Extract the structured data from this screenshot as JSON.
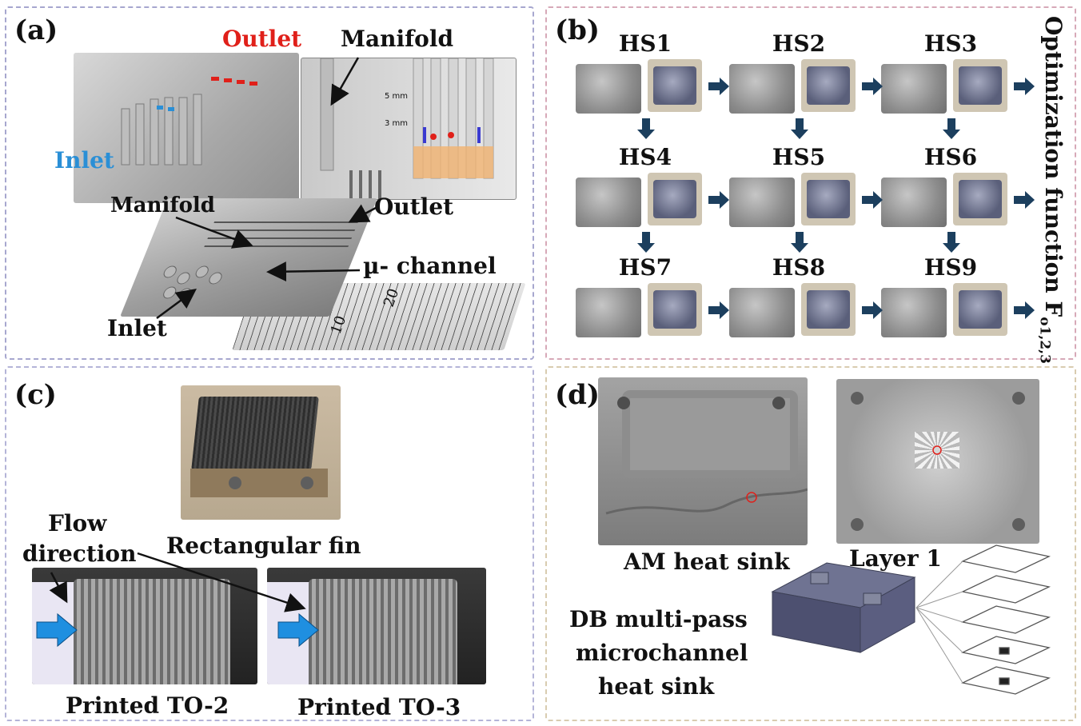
{
  "panels": {
    "a": {
      "tag": "(a)",
      "outlet_top": "Outlet",
      "manifold_top": "Manifold",
      "inlet_top": "Inlet",
      "dim_5mm": "5 mm",
      "dim_3mm": "3 mm",
      "manifold_bottom": "Manifold",
      "outlet_bottom": "Outlet",
      "channel": "µ- channel",
      "inlet_bottom": "Inlet",
      "ruler_20": "20",
      "ruler_10": "10",
      "colors": {
        "outlet": "#e0201a",
        "inlet": "#2a8fd6"
      }
    },
    "b": {
      "tag": "(b)",
      "designs": [
        "HS1",
        "HS2",
        "HS3",
        "HS4",
        "HS5",
        "HS6",
        "HS7",
        "HS8",
        "HS9"
      ],
      "side_title": "Optimization function F",
      "side_sub": "o1,2,3",
      "arrow_color": "#1c3f5e"
    },
    "c": {
      "tag": "(c)",
      "fin_caption": "Rectangular fin",
      "flow_line1": "Flow",
      "flow_line2": "direction",
      "to2_caption": "Printed TO-2",
      "to3_caption": "Printed TO-3",
      "arrow_color": "#1f8fe0"
    },
    "d": {
      "tag": "(d)",
      "am_caption": "AM heat sink",
      "layer_caption": "Layer 1",
      "db_line1": "DB multi-pass",
      "db_line2": "microchannel",
      "db_line3": "heat sink"
    }
  }
}
